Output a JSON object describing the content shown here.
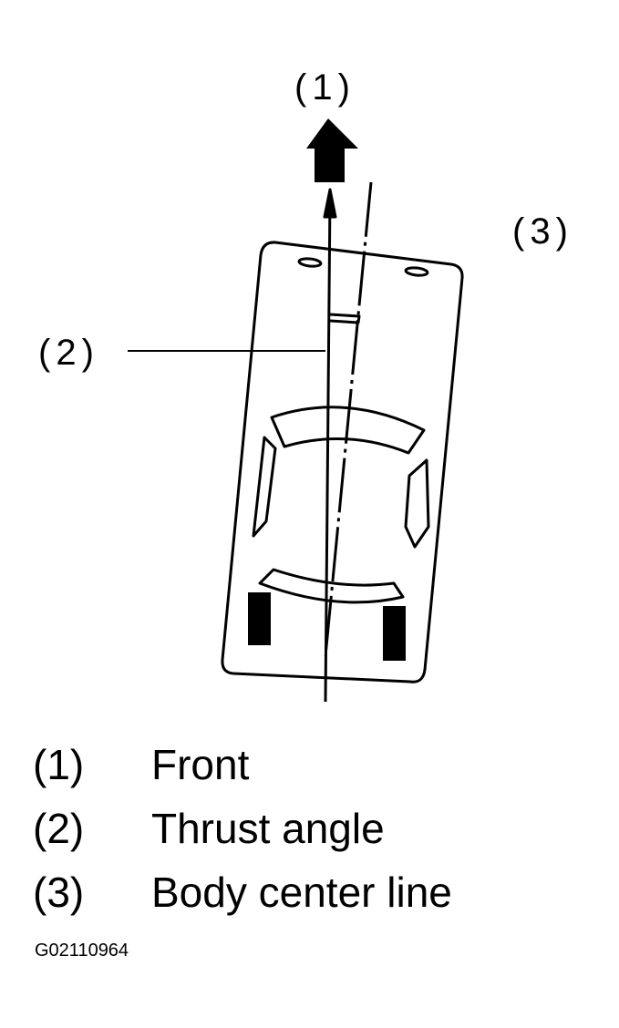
{
  "callouts": {
    "front": "(1)",
    "thrust": "(2)",
    "body": "(3)"
  },
  "legend": [
    {
      "num": "(1)",
      "text": "Front"
    },
    {
      "num": "(2)",
      "text": "Thrust angle"
    },
    {
      "num": "(3)",
      "text": "Body center line"
    }
  ],
  "figure_code": "G02110964"
}
